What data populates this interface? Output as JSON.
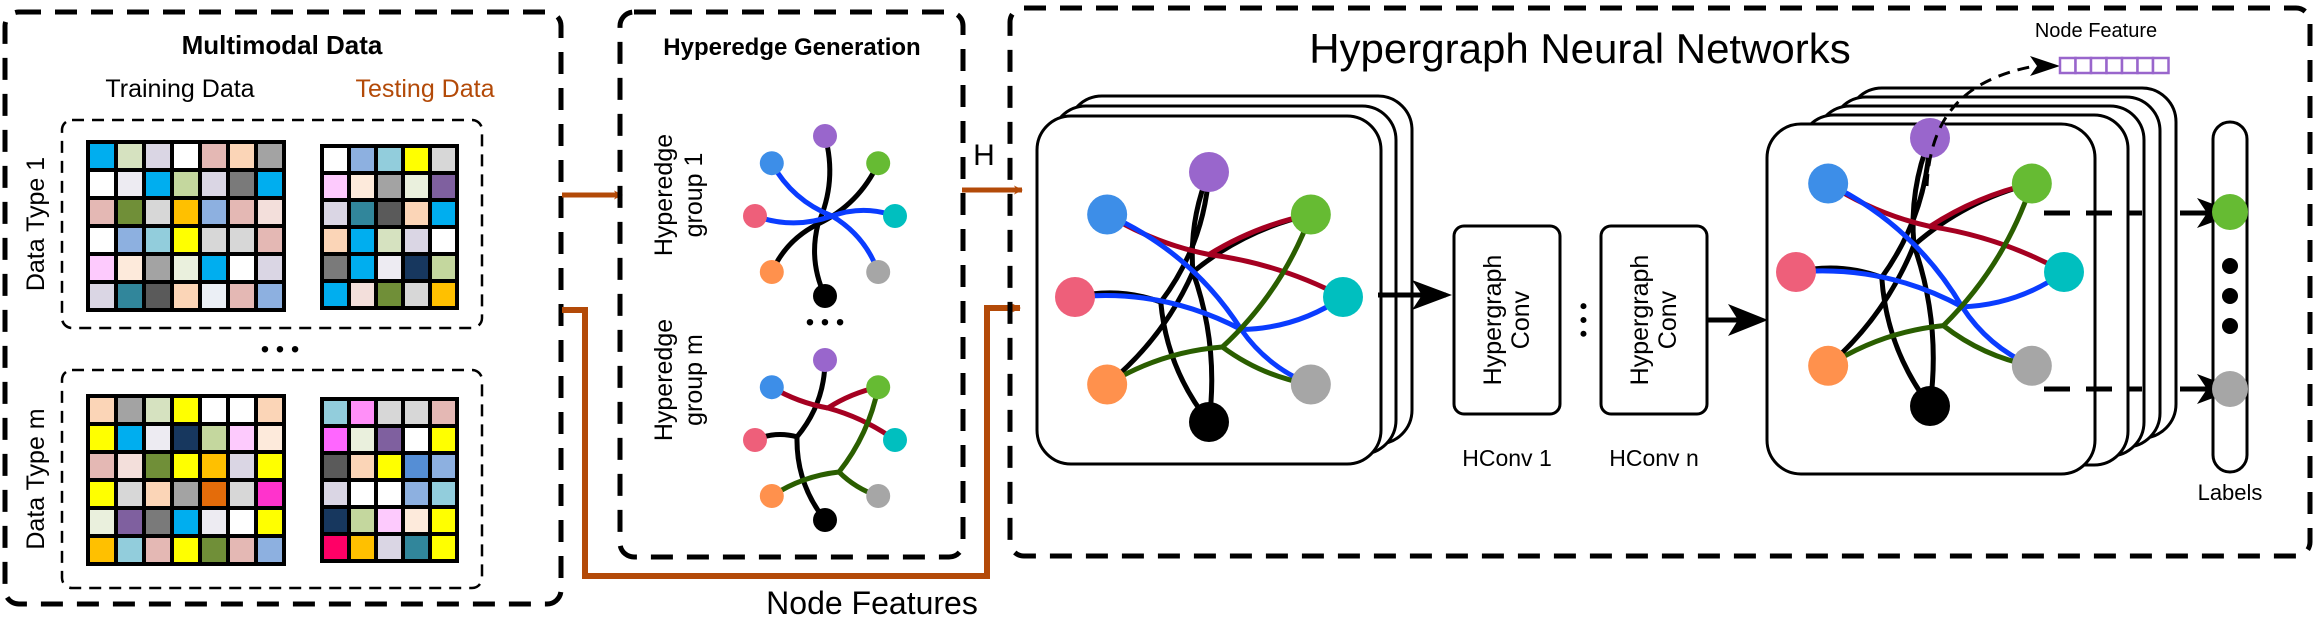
{
  "colors": {
    "accent_orange": "#B34A08",
    "hyperedge_blue": "#0a3cff",
    "hyperedge_red": "#a50021",
    "hyperedge_green": "#2a5e00",
    "hyperedge_black": "#000000",
    "node_feature_purple": "#9966cc"
  },
  "multimodal": {
    "title": "Multimodal Data",
    "training_label": "Training Data",
    "testing_label": "Testing Data",
    "ellipsis": "• • •",
    "data_types": [
      {
        "label": "Data Type 1",
        "training_grid": [
          [
            "#00AEEF",
            "#D6E2C0",
            "#DAD6E4",
            "#FFFFFF",
            "#E4B8B4",
            "#FBD5B7",
            "#A3A3A3"
          ],
          [
            "#FFFFFF",
            "#EDEBF2",
            "#00AEEF",
            "#C4D79E",
            "#DAD6E4",
            "#7A7A7A",
            "#00AEEF"
          ],
          [
            "#E4B8B4",
            "#708F38",
            "#D7D7D7",
            "#FFC000",
            "#8DB0E0",
            "#E4B8B4",
            "#F3DFDB"
          ],
          [
            "#FFFFFF",
            "#8DB0E0",
            "#92CDDC",
            "#FFFF00",
            "#D7D7D7",
            "#D7D7D7",
            "#E4B8B4"
          ],
          [
            "#FDCAFD",
            "#FDEADB",
            "#A3A3A3",
            "#EAF0DD",
            "#00AEEF",
            "#FFFFFF",
            "#DAD6E4"
          ],
          [
            "#DAD6E4",
            "#31869B",
            "#5A5A5A",
            "#FBD5B7",
            "#EBEFF5",
            "#E4B8B4",
            "#8DB0E0"
          ]
        ],
        "testing_grid": [
          [
            "#FFFFFF",
            "#8DB0E0",
            "#92CDDC",
            "#FFFF00",
            "#D7D7D7"
          ],
          [
            "#FDCAFD",
            "#FDEADB",
            "#A3A3A3",
            "#EAF0DD",
            "#7F609F"
          ],
          [
            "#DAD6E4",
            "#31869B",
            "#5A5A5A",
            "#FBD5B7",
            "#00AEEF"
          ],
          [
            "#FBD5B7",
            "#00AEEF",
            "#D6E2C0",
            "#DAD6E4",
            "#FFFFFF"
          ],
          [
            "#7A7A7A",
            "#00AEEF",
            "#EDEBF2",
            "#17375E",
            "#C4D79E"
          ],
          [
            "#00AEEF",
            "#F3DFDB",
            "#708F38",
            "#D7D7D7",
            "#FFC000"
          ]
        ]
      },
      {
        "label": "Data Type m",
        "training_grid": [
          [
            "#FBD5B7",
            "#A3A3A3",
            "#D6E2C0",
            "#FFFF00",
            "#FFFFFF",
            "#FFFFFF",
            "#FBD5B7"
          ],
          [
            "#FFFF00",
            "#00AEEF",
            "#EDEBF2",
            "#17375E",
            "#C4D79E",
            "#FDCAFD",
            "#FDEADB"
          ],
          [
            "#E4B8B4",
            "#F3DFDB",
            "#708F38",
            "#FFFF00",
            "#FFC000",
            "#DAD6E4",
            "#FFFF00"
          ],
          [
            "#FFFF00",
            "#D7D7D7",
            "#FBD5B7",
            "#A3A3A3",
            "#E46C0A",
            "#D7D7D7",
            "#FF33CC"
          ],
          [
            "#EAF0DD",
            "#7F609F",
            "#7A7A7A",
            "#00AEEF",
            "#EDEBF2",
            "#FFFFFF",
            "#FFFF00"
          ],
          [
            "#FFC000",
            "#92CDDC",
            "#E4B8B4",
            "#FFFF00",
            "#708F38",
            "#E4B8B4",
            "#8DB0E0"
          ]
        ],
        "testing_grid": [
          [
            "#92CDDC",
            "#FF8FF8",
            "#D7D7D7",
            "#D7D7D7",
            "#E4B8B4"
          ],
          [
            "#FF66FF",
            "#EAF0DD",
            "#7F609F",
            "#FFFFFF",
            "#FFFF00"
          ],
          [
            "#5A5A5A",
            "#FBD5B7",
            "#FFFF00",
            "#558ED5",
            "#8DB0E0"
          ],
          [
            "#DAD6E4",
            "#FFFFFF",
            "#FFFFFF",
            "#8DB0E0",
            "#92CDDC"
          ],
          [
            "#17375E",
            "#C4D79E",
            "#FDCAFD",
            "#FDEADB",
            "#FFFF00"
          ],
          [
            "#FF0066",
            "#FFC000",
            "#DAD6E4",
            "#31869B",
            "#FFFF00"
          ]
        ]
      }
    ]
  },
  "hyperedge_generation": {
    "title": "Hyperedge Generation",
    "groups": [
      {
        "label_line1": "Hyperedge",
        "label_line2": "group 1"
      },
      {
        "label_line1": "Hyperedge",
        "label_line2": "group m"
      }
    ],
    "ellipsis": "• • •"
  },
  "graph_nodes": [
    {
      "name": "purple",
      "color": "#9966CC"
    },
    {
      "name": "blue",
      "color": "#3D8EE8"
    },
    {
      "name": "green",
      "color": "#66BB33"
    },
    {
      "name": "pink",
      "color": "#EE5F7A"
    },
    {
      "name": "cyan",
      "color": "#00BFBF"
    },
    {
      "name": "orange",
      "color": "#FF914D"
    },
    {
      "name": "gray",
      "color": "#A6A6A6"
    },
    {
      "name": "black",
      "color": "#000000"
    }
  ],
  "connector_labels": {
    "H": "H",
    "node_features": "Node Features"
  },
  "hgnn": {
    "title": "Hypergraph Neural Networks",
    "conv_blocks": [
      {
        "line1": "Hypergraph",
        "line2": "Conv",
        "caption": "HConv 1"
      },
      {
        "line1": "Hypergraph",
        "line2": "Conv",
        "caption": "HConv n"
      }
    ],
    "conv_ellipsis": "• • •",
    "node_feature_label": "Node Feature",
    "node_feature_cells": 7,
    "labels_caption": "Labels",
    "labels_ellipsis": "• • •"
  }
}
